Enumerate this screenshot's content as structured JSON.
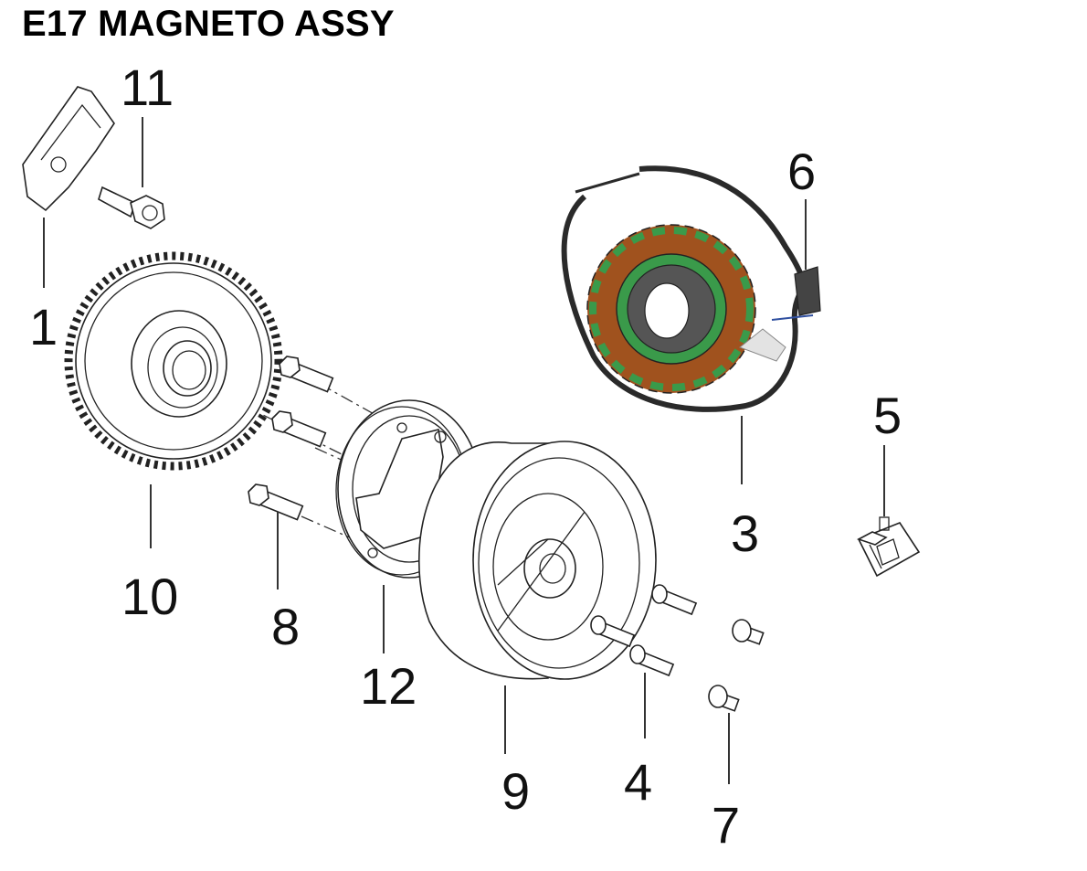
{
  "title": "E17 MAGNETO ASSY",
  "callouts": {
    "p1": "1",
    "p3": "3",
    "p4": "4",
    "p5": "5",
    "p6": "6",
    "p7": "7",
    "p8": "8",
    "p9": "9",
    "p10": "10",
    "p11": "11",
    "p12": "12"
  },
  "colors": {
    "stator_core": "#3a9a4a",
    "copper_winding": "#a0521e",
    "wire": "#2a2a2a"
  }
}
